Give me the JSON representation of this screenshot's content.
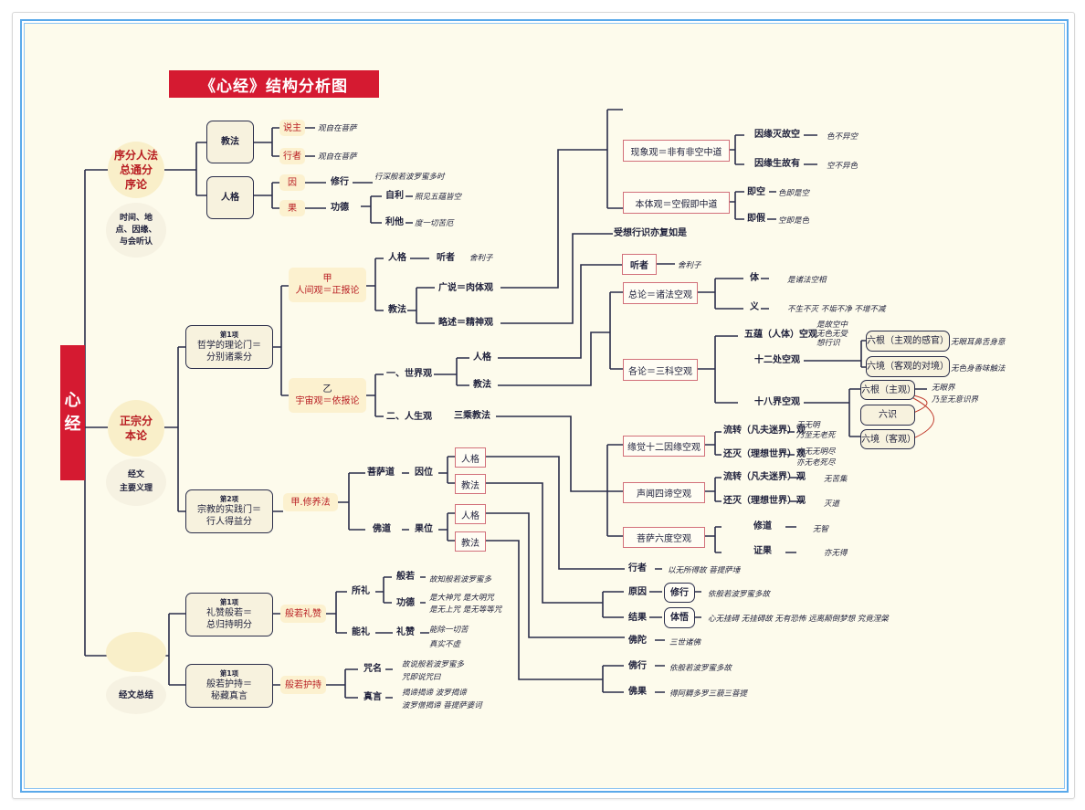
{
  "title": "《心经》结构分析图",
  "root": {
    "line1": "心",
    "line2": "经"
  },
  "colors": {
    "accent_red": "#d51a31",
    "line": "#2a2d4a",
    "frame_blue": "#5aa9ea",
    "paper": "#fdfbec"
  },
  "sec1": {
    "circle": [
      "序分人法",
      "总通分",
      "序论"
    ],
    "note": [
      "时间、地",
      "点、因缘、",
      "与会听认"
    ],
    "jiaofa": "教法",
    "renge": "人格",
    "shuozhu": "说主",
    "shuozhu_val": "观自在菩萨",
    "xingzhe": "行者",
    "xingzhe_val": "观自在菩萨",
    "yin": "因",
    "xiuxing": "修行",
    "xiuxing_val": "行深般若波罗蜜多时",
    "guo": "果",
    "gongde": "功德",
    "zili": "自利",
    "zili_val": "照见五蕴皆空",
    "lita": "利他",
    "lita_val": "度一切苦厄"
  },
  "sec2": {
    "circle": [
      "正宗分",
      "本论"
    ],
    "note": [
      "经文",
      "主要义理"
    ],
    "item1": {
      "tag": "第1项",
      "l1": "哲学的理论门＝",
      "l2": "分别诸乘分"
    },
    "item2": {
      "tag": "第2项",
      "l1": "宗教的实践门＝",
      "l2": "行人得益分"
    },
    "jia": {
      "l1": "甲",
      "l2": "人间观＝正报论"
    },
    "yi": {
      "l1": "乙",
      "l2": "宇宙观＝依报论"
    },
    "renge": "人格",
    "tingzhe": "听者",
    "shelizi": "舍利子",
    "jiaofa": "教法",
    "guangshuo": "广说＝肉体观",
    "lueshu": "略述＝精神观",
    "shijieguan": "一、世界观",
    "renshengguan": "二、人生观",
    "sj_renge": "人格",
    "sj_jiaofa": "教法",
    "sanchen": "三乘教法",
    "xiuyang": "甲.修养法",
    "pusadao": "菩萨道",
    "yinwei": "因位",
    "fodao": "佛道",
    "guowei": "果位",
    "py_renge": "人格",
    "py_jiaofa": "教法",
    "fg_renge": "人格",
    "fg_jiaofa": "教法"
  },
  "right": {
    "shouxiang": "受想行识亦复如是",
    "xianxiang": "现象观＝非有非空中道",
    "benti": "本体观＝空假即中道",
    "yinyuanmie": "因缘灭故空",
    "yinyuanmie_val": "色不异空",
    "yinyuansheng": "因缘生故有",
    "yinyuansheng_val": "空不异色",
    "jikong": "即空",
    "jikong_val": "色即是空",
    "jijia": "即假",
    "jijia_val": "空即是色",
    "tingzhe": "听者",
    "tingzhe_val": "舍利子",
    "zonglun": "总论＝诸法空观",
    "ti": "体",
    "ti_val": "是诸法空相",
    "yi": "义",
    "yi_val": "不生不灭  不垢不净  不增不减",
    "gelun": "各论＝三科空观",
    "wuyun": "五蕴（人体）空观",
    "wuyun_val": [
      "是故空中",
      "无色无受",
      "想行识"
    ],
    "shier": "十二处空观",
    "liugen1": "六根（主观的感官）",
    "liugen1_val": "无眼耳鼻舌身意",
    "liujing1": "六境（客观的对境）",
    "liujing1_val": "无色身香味触法",
    "shiba": "十八界空观",
    "liugen2": "六根（主观）",
    "liushi": "六识",
    "liujing2": "六境（客观）",
    "shiba_val": [
      "无眼界",
      "乃至无意识界"
    ],
    "yuanjue": "缘觉十二因缘空观",
    "shengwen": "声闻四谛空观",
    "pusa6": "菩萨六度空观",
    "liuzhuan1": "流转（凡夫迷界）观",
    "liuzhuan1_val": [
      "无无明",
      "乃至无老死"
    ],
    "huanmie1": "还灭（理想世界）观",
    "huanmie1_val": [
      "亦无无明尽",
      "亦无老死尽"
    ],
    "liuzhuan2": "流转（凡夫迷界）观",
    "liuzhuan2_val": "无苦集",
    "huanmie2": "还灭（理想世界）观",
    "huanmie2_val": "灭道",
    "xiudao": "修道",
    "xiudao_val": "无智",
    "zhengguo": "证果",
    "zhengguo_val": "亦无得",
    "xingzhe": "行者",
    "xingzhe_val": "以无所得故  菩提萨埵",
    "yuanyin": "原因",
    "xiuxing": "修行",
    "yuanyin_val": "依般若波罗蜜多故",
    "jieguo": "结果",
    "tiwu": "体悟",
    "jieguo_val": "心无挂碍   无挂碍故   无有恐怖   远离颠倒梦想   究竟涅槃",
    "fotuo": "佛陀",
    "fotuo_val": "三世诸佛",
    "foxing": "佛行",
    "foxing_val": "依般若波罗蜜多故",
    "foguo": "佛果",
    "foguo_val": "得阿耨多罗三藐三菩提"
  },
  "sec3": {
    "note": "经文总结",
    "item1": {
      "tag": "第1项",
      "l1": "礼赞般若＝",
      "l2": "总归持明分"
    },
    "item2": {
      "tag": "第1项",
      "l1": "般若护持＝",
      "l2": "秘藏真言"
    },
    "lizan": "般若礼赞",
    "huchi": "般若护持",
    "suoli": "所礼",
    "nengli": "能礼",
    "banruo": "般若",
    "banruo_val": "故知般若波罗蜜多",
    "gongde": "功德",
    "gongde_val": [
      "是大神咒  是大明咒",
      "是无上咒  是无等等咒"
    ],
    "lizan2": "礼赞",
    "lizan2_val": [
      "能除一切苦",
      "真实不虚"
    ],
    "zhouming": "咒名",
    "zhouming_val": [
      "故说般若波罗蜜多",
      "咒即说咒曰"
    ],
    "zhenyan": "真言",
    "zhenyan_val": [
      "揭谛揭谛  波罗揭谛",
      "波罗僧揭谛  菩提萨婆诃"
    ]
  }
}
